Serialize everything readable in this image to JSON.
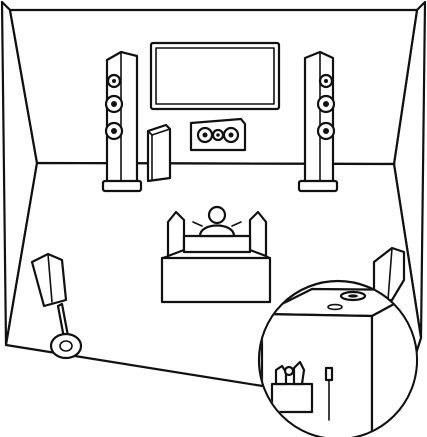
{
  "illustration": {
    "kind": "home-theater-speaker-placement",
    "background_color": "#ffffff",
    "line_color": "#111111",
    "elements": [
      "room",
      "tv-screen",
      "front-left-tower-speaker",
      "front-right-tower-speaker",
      "center-speaker",
      "subwoofer",
      "sofa",
      "listener",
      "surround-left-speaker-on-stand",
      "surround-right-speaker",
      "zoom-inset-upfiring-speaker"
    ]
  }
}
